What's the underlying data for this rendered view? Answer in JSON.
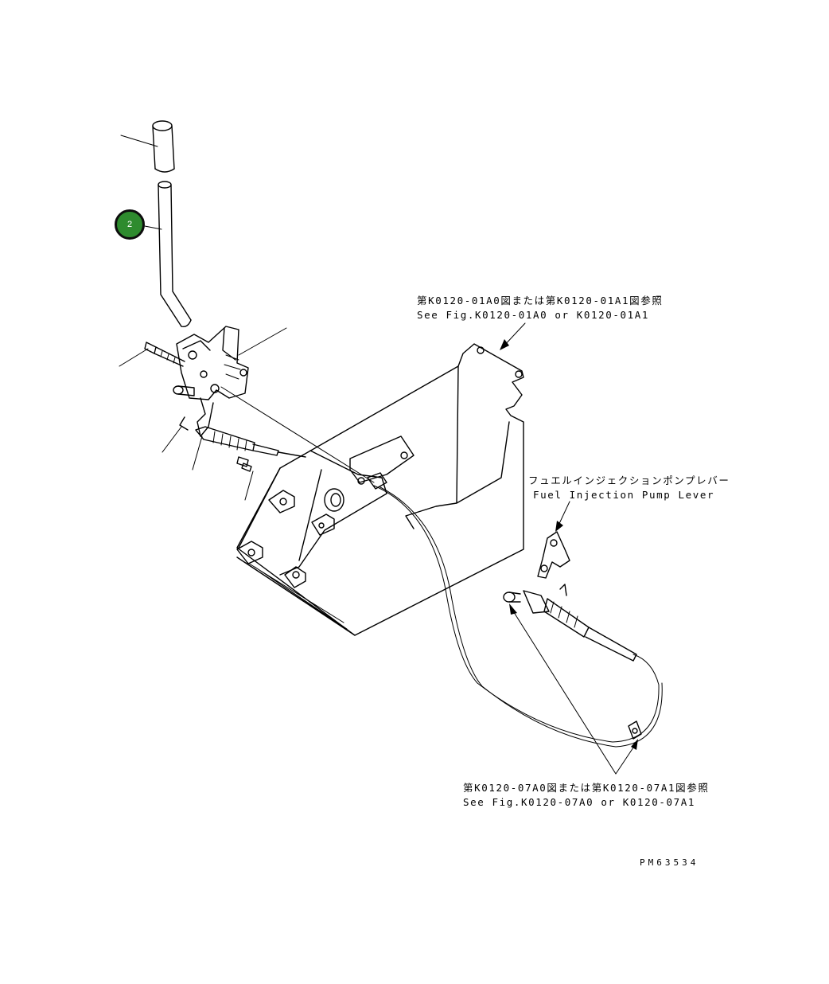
{
  "callouts": {
    "tank_ref_jp": "第K0120-01A0図または第K0120-01A1図参照",
    "tank_ref_en": "See Fig.K0120-01A0 or K0120-01A1",
    "lever_jp": "フュエルインジェクションポンプレバー",
    "lever_en": "Fuel Injection Pump Lever",
    "clamp_ref_jp": "第K0120-07A0図または第K0120-07A1図参照",
    "clamp_ref_en": "See Fig.K0120-07A0 or K0120-07A1"
  },
  "part_badge": {
    "number": "2",
    "color": "#2e8b2e"
  },
  "drawing_id": "PM63534"
}
